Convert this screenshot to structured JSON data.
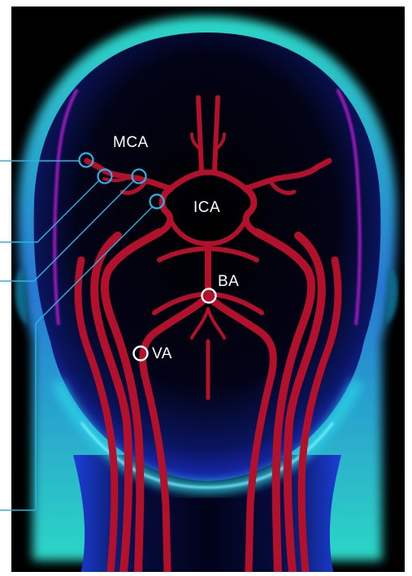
{
  "labels": {
    "mca": "MCA",
    "ica": "ICA",
    "ba": "BA",
    "va": "VA"
  },
  "colors": {
    "background": "#000000",
    "artery": "#b3102c",
    "callout_line": "#27b6e6",
    "head_glow_outer": "#38e0cf",
    "head_glow_inner": "#1f2bd6",
    "accent_magenta": "#b61fd0",
    "marker_white": "#ffffff"
  }
}
